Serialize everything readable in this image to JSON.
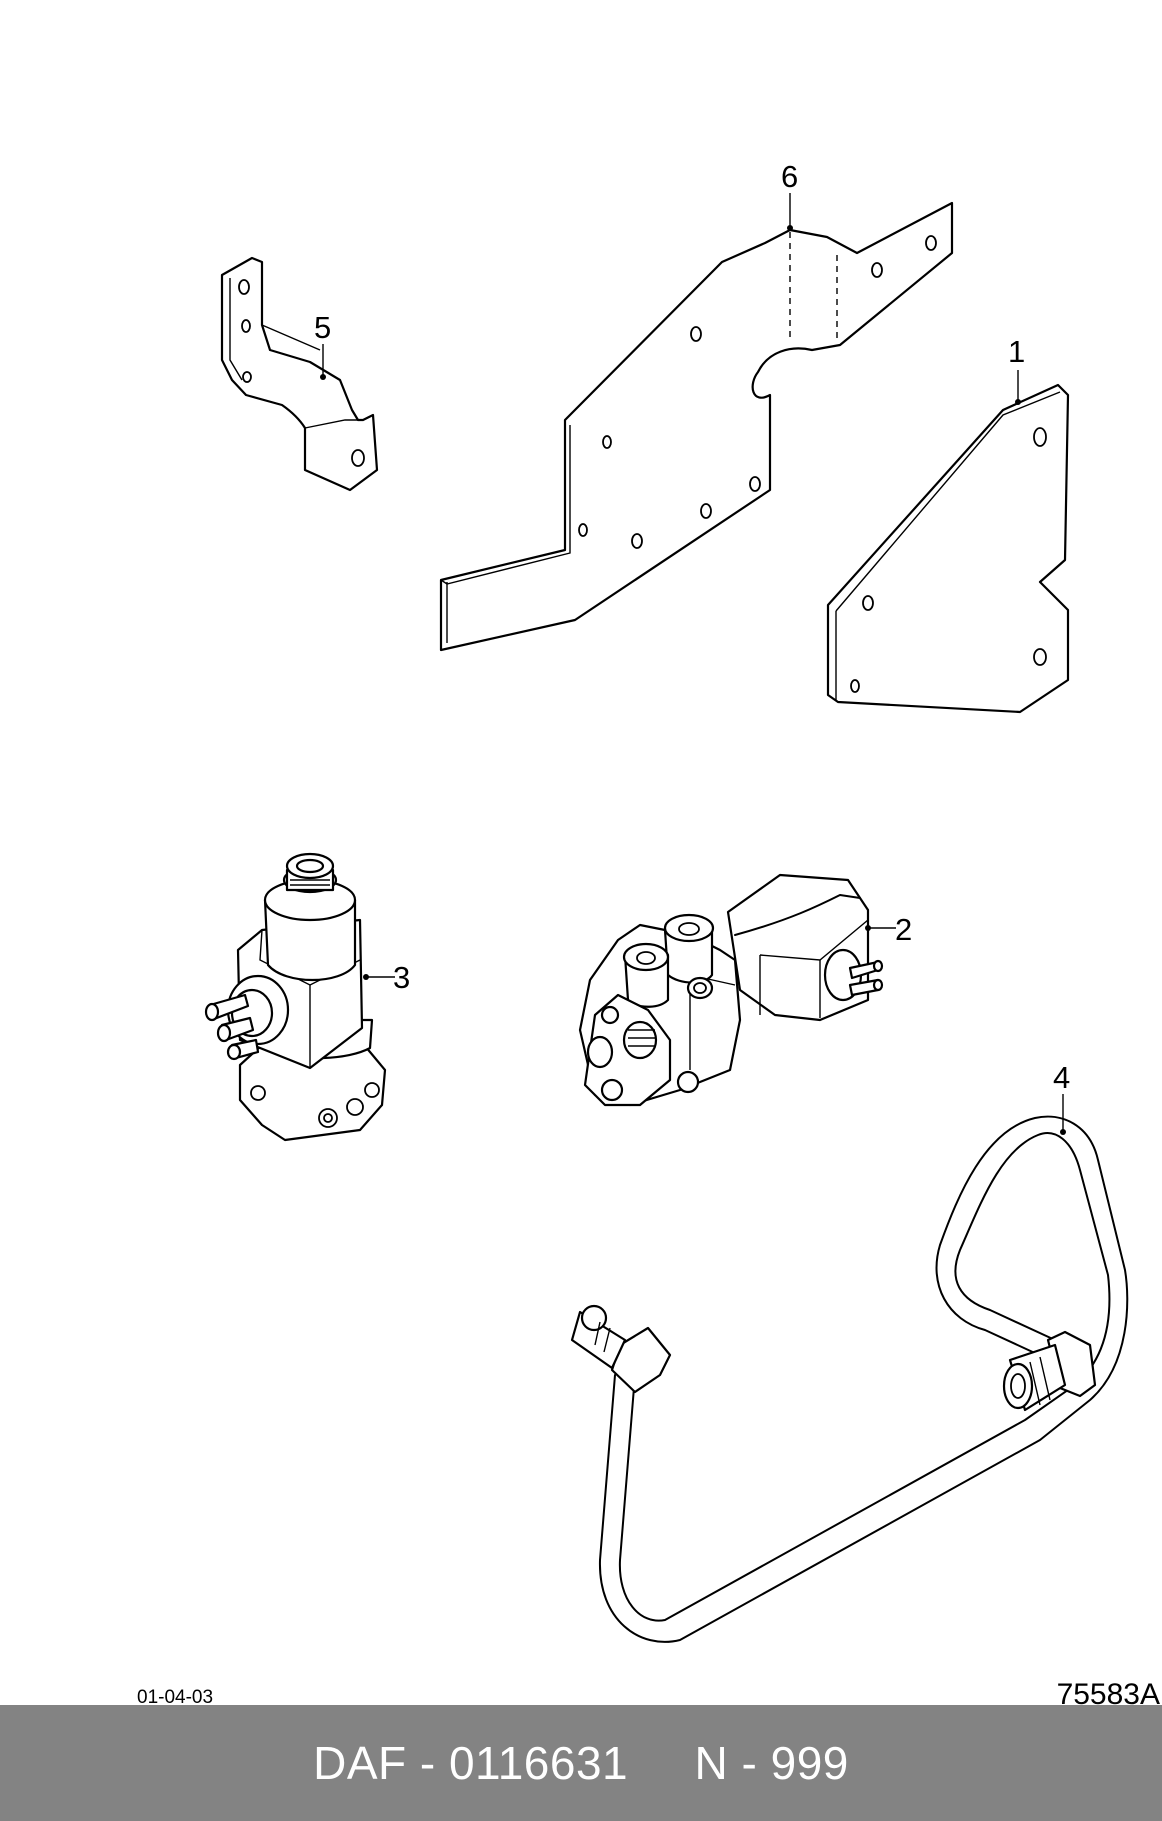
{
  "callouts": [
    {
      "id": "1",
      "label": "1"
    },
    {
      "id": "2",
      "label": "2"
    },
    {
      "id": "3",
      "label": "3"
    },
    {
      "id": "4",
      "label": "4"
    },
    {
      "id": "5",
      "label": "5"
    },
    {
      "id": "6",
      "label": "6"
    }
  ],
  "diagram_date": "01-04-03",
  "diagram_ref": "75583A",
  "footer": {
    "text": "DAF - 0116631     N - 999"
  }
}
